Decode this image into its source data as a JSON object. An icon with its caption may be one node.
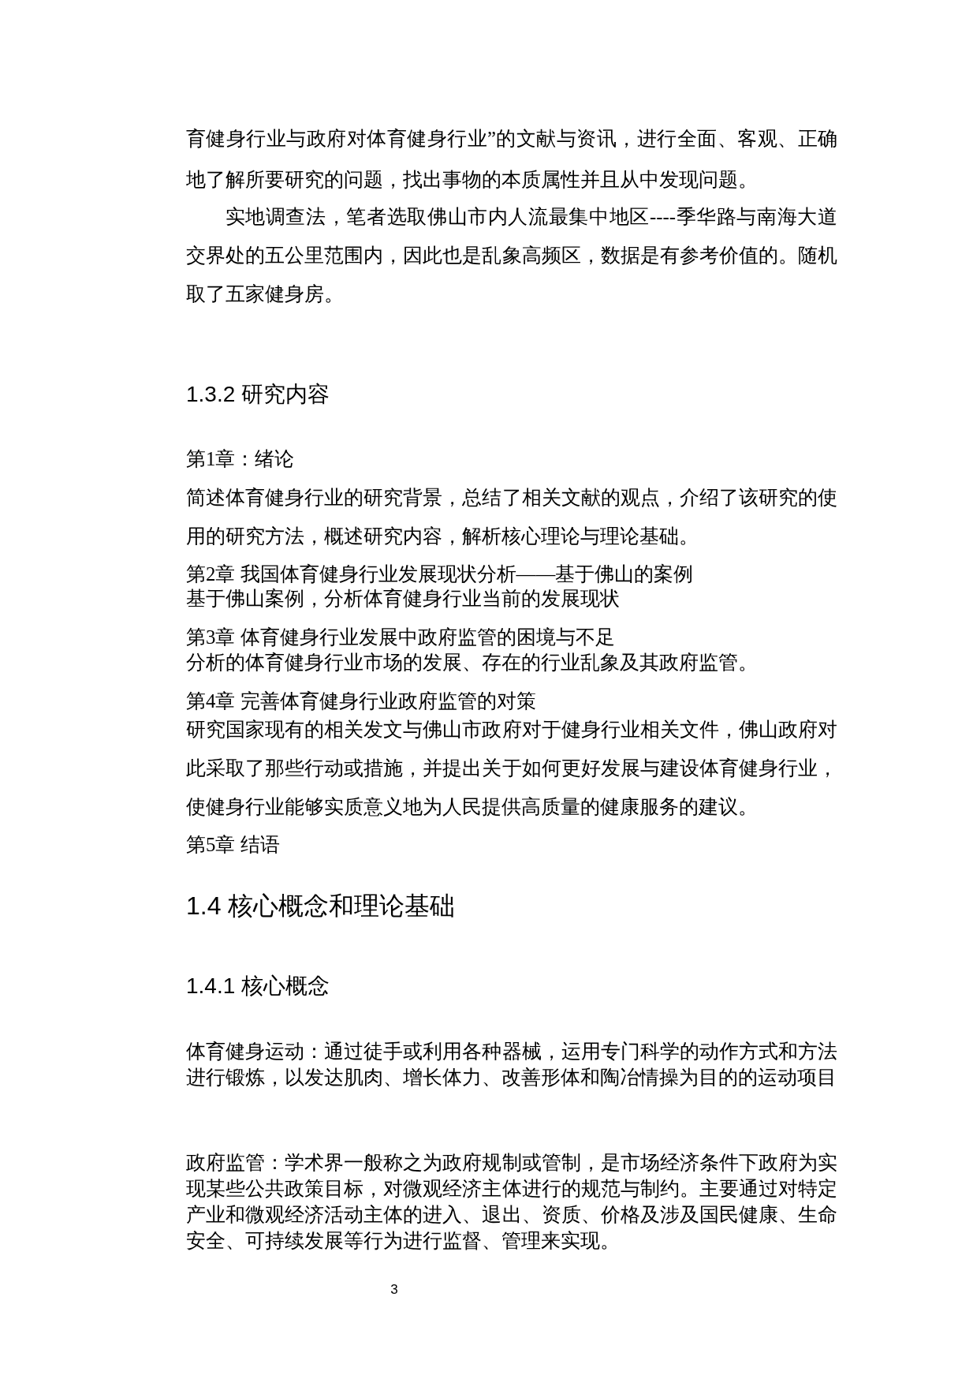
{
  "diagram": {
    "labels": [
      "育健身行业与政府对体育健身行业”的文献与资讯，进行全面、客观、正确地了解所要研究的问题，找出事物的本质属性并且从中发现问题。",
      "实地调查法，笔者选取佛山市内人流最集中地区----季华路与南海大道交界处的五公里范围内，因此也是乱象高频区，数据是有参考价值的。随机取了五家健身房。",
      "1.3.2 研究内容",
      "第1章：绪论",
      "简述体育健身行业的研究背景，总结了相关文献的观点，介绍了该研究的使用的研究方法，概述研究内容，解析核心理论与理论基础。",
      "第2章 我国体育健身行业发展现状分析——基于佛山的案例",
      "基于佛山案例，分析体育健身行业当前的发展现状",
      "第3章 体育健身行业发展中政府监管的困境与不足",
      "分析的体育健身行业市场的发展、存在的行业乱象及其政府监管。",
      "第4章 完善体育健身行业政府监管的对策",
      "研究国家现有的相关发文与佛山市政府对于健身行业相关文件，佛山政府对此采取了那些行动或措施，并提出关于如何更好发展与建设体育健身行业，使健身行业能够实质意义地为人民提供高质量的健康服务的建议。",
      "第5章 结语",
      "1.4 核心概念和理论基础",
      "1.4.1 核心概念",
      "体育健身运动：通过徒手或利用各种器械，运用专门科学的动作方式和方法进行锻炼，以发达肌肉、增长体力、改善形体和陶冶情操为目的的运动项目",
      "政府监管：学术界一般称之为政府规制或管制，是市场经济条件下政府为实现某些公共政策目标，对微观经济主体进行的规范与制约。主要通过对特定产业和微观经济活动主体的进入、退出、资质、价格及涉及国民健康、生命安全、可持续发展等行为进行监督、管理来实现。",
      "3"
    ]
  }
}
